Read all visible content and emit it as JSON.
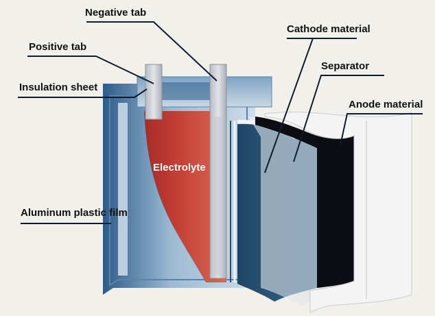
{
  "diagram": {
    "labels": {
      "negative_tab": "Negative tab",
      "positive_tab": "Positive tab",
      "insulation_sheet": "Insulation sheet",
      "cathode_material": "Cathode material",
      "separator": "Separator",
      "anode_material": "Anode material",
      "aluminum_plastic_film": "Aluminum plastic film",
      "electrolyte": "Electrolyte"
    },
    "colors": {
      "background": "#f1f0ea",
      "casing": "#2f5f8c",
      "casing_light": "#b9cfe0",
      "electrolyte": "#c63a30",
      "cathode": "#2a5172",
      "separator": "#e9eef0",
      "anode": "#0b0d12",
      "tab": "#c9ccd2",
      "leader": "#0f1b2d"
    }
  }
}
